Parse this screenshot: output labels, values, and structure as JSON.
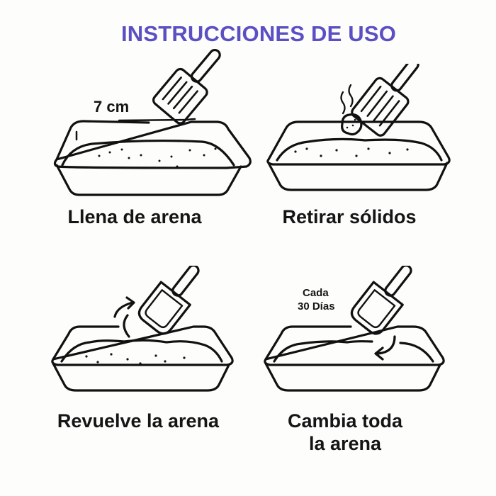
{
  "title": "INSTRUCCIONES DE USO",
  "accent_color": "#5b4fc4",
  "steps": [
    {
      "caption": "Llena de arena",
      "annotation": "7 cm",
      "icon": "litter-box-with-slotted-scoop-icon"
    },
    {
      "caption": "Retirar sólidos",
      "icon": "litter-box-scoop-removing-clump-icon"
    },
    {
      "caption": "Revuelve la arena",
      "icon": "litter-box-scoop-stirring-icon"
    },
    {
      "caption_line1": "Cambia toda",
      "caption_line2": "la arena",
      "annotation_line1": "Cada",
      "annotation_line2": "30 Días",
      "icon": "litter-box-scoop-replace-icon"
    }
  ]
}
